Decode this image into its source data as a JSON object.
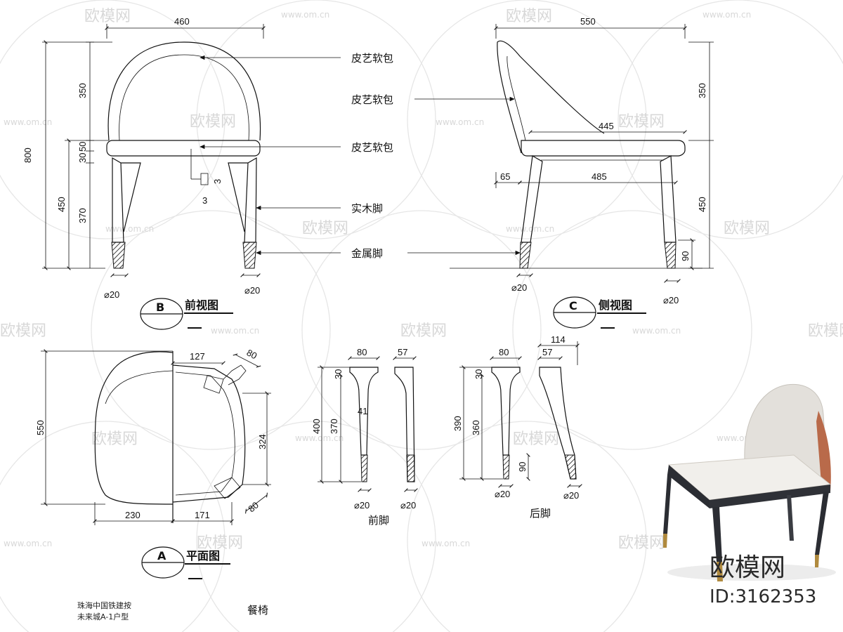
{
  "front_view": {
    "title": "前视图",
    "badge": "B",
    "dims": {
      "width": "460",
      "total_height": "800",
      "back_height": "350",
      "seat_height": "450",
      "leg_height": "370",
      "seat_thick_a": "30",
      "seat_thick_b": "50",
      "detail_w": "3",
      "detail_h": "3",
      "leg_dia_left": "⌀20",
      "leg_dia_right": "⌀20"
    }
  },
  "side_view": {
    "title": "侧视图",
    "badge": "C",
    "dims": {
      "depth": "550",
      "seat_depth": "445",
      "leg_span": "485",
      "offset": "65",
      "back_height": "350",
      "seat_height": "450",
      "metal_height": "90",
      "leg_dia_left": "⌀20",
      "leg_dia_right": "⌀20"
    }
  },
  "plan_view": {
    "title": "平面图",
    "badge": "A",
    "dims": {
      "depth": "550",
      "half_left": "230",
      "half_right": "171",
      "top_offset": "127",
      "corner_a": "80",
      "corner_b": "80",
      "side": "324"
    }
  },
  "callouts": [
    "皮艺软包",
    "皮艺软包",
    "皮艺软包",
    "实木脚",
    "金属脚"
  ],
  "front_leg": {
    "title": "前脚",
    "dims": {
      "w_top": "80",
      "w_side": "57",
      "h_total": "400",
      "h_body": "370",
      "h_top": "30",
      "taper": "41",
      "dia_a": "⌀20",
      "dia_b": "⌀20"
    }
  },
  "rear_leg": {
    "title": "后脚",
    "dims": {
      "w_top": "80",
      "w_side": "57",
      "w_slant": "114",
      "h_total": "390",
      "h_body": "360",
      "h_top": "30",
      "metal": "90",
      "dia_a": "⌀20",
      "dia_b": "⌀20"
    }
  },
  "project_note": {
    "line1": "珠海中国铁建按",
    "line2": "未来城A-1户型"
  },
  "item_name": "餐椅",
  "watermark": {
    "brand": "欧模网",
    "url": "www.om.cn"
  },
  "corner_brand": {
    "name": "欧模网",
    "id": "ID:3162353"
  },
  "colors": {
    "line": "#111111",
    "photo_seat": "#e7e4df",
    "photo_frame": "#2b2d33",
    "photo_brass": "#b08a3e",
    "watermark": "#d8d8d8"
  }
}
